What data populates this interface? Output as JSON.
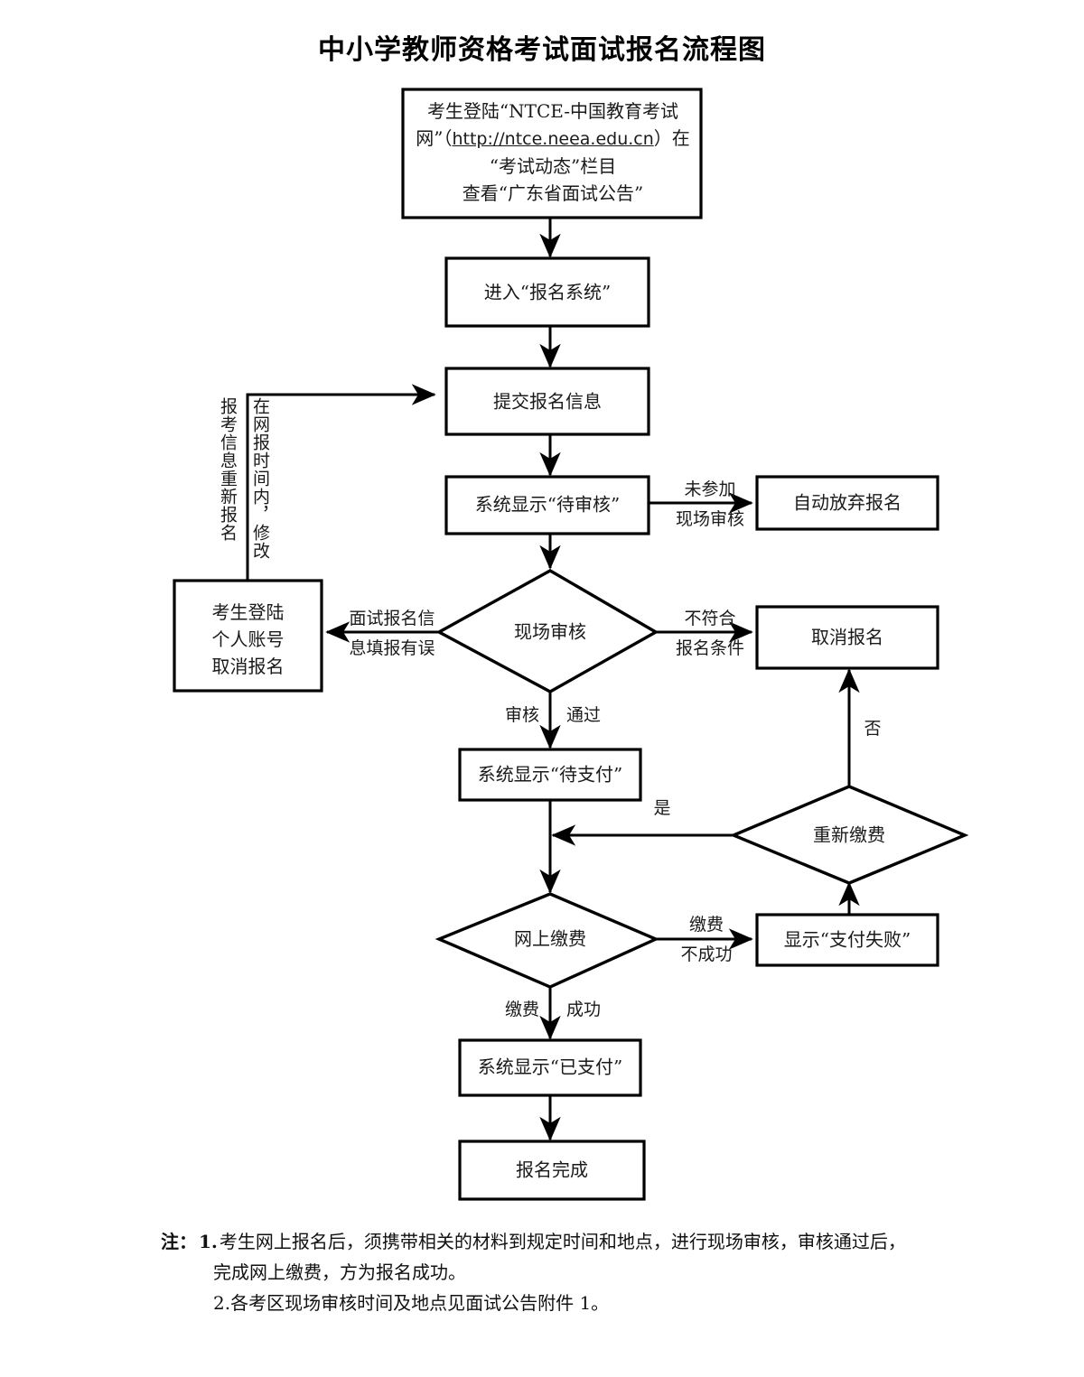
{
  "document": {
    "title": "中小学教师资格考试面试报名流程图"
  },
  "nodes": {
    "start": {
      "line1": "考生登陆“NTCE-中国教育考试",
      "line2_pre": "网”（",
      "line2_link": "http://ntce.neea.edu.cn",
      "line2_post": "）在",
      "line3": "“考试动态”栏目",
      "line4": "查看“广东省面试公告”"
    },
    "enter_system": "进入“报名系统”",
    "submit_info": "提交报名信息",
    "pending_review": "系统显示“待审核”",
    "auto_abandon": "自动放弃报名",
    "onsite_review": "现场审核",
    "cancel_apply": "取消报名",
    "relogin_box": {
      "line1": "考生登陆",
      "line2": "个人账号",
      "line3": "取消报名"
    },
    "pending_payment": "系统显示“待支付”",
    "repay": "重新缴费",
    "online_pay": "网上缴费",
    "pay_failed": "显示“支付失败”",
    "paid": "系统显示“已支付”",
    "done": "报名完成"
  },
  "edge_labels": {
    "not_attend_onsite_1": "未参加",
    "not_attend_onsite_2": "现场审核",
    "info_error_1": "面试报名信",
    "info_error_2": "息填报有误",
    "not_qualified_1": "不符合",
    "not_qualified_2": "报名条件",
    "review_passed_1": "审核",
    "review_passed_2": "通过",
    "repay_no": "否",
    "repay_yes": "是",
    "pay_failed_1": "缴费",
    "pay_failed_2": "不成功",
    "pay_success_1": "缴费",
    "pay_success_2": "成功",
    "vertical_reapply": "报考信息重新报名",
    "vertical_modify": "在网报时间内，修改"
  },
  "notes": {
    "lead": "注：",
    "item1_num": "1.",
    "item1_line1": "考生网上报名后，须携带相关的材料到规定时间和地点，进行现场审核，审核通过后，",
    "item1_line2": "完成网上缴费，方为报名成功。",
    "item2": "2.各考区现场审核时间及地点见面试公告附件 1。"
  },
  "colors": {
    "stroke": "#000000",
    "background": "#ffffff",
    "link": "#2020c0",
    "text": "#1a1a1a"
  }
}
